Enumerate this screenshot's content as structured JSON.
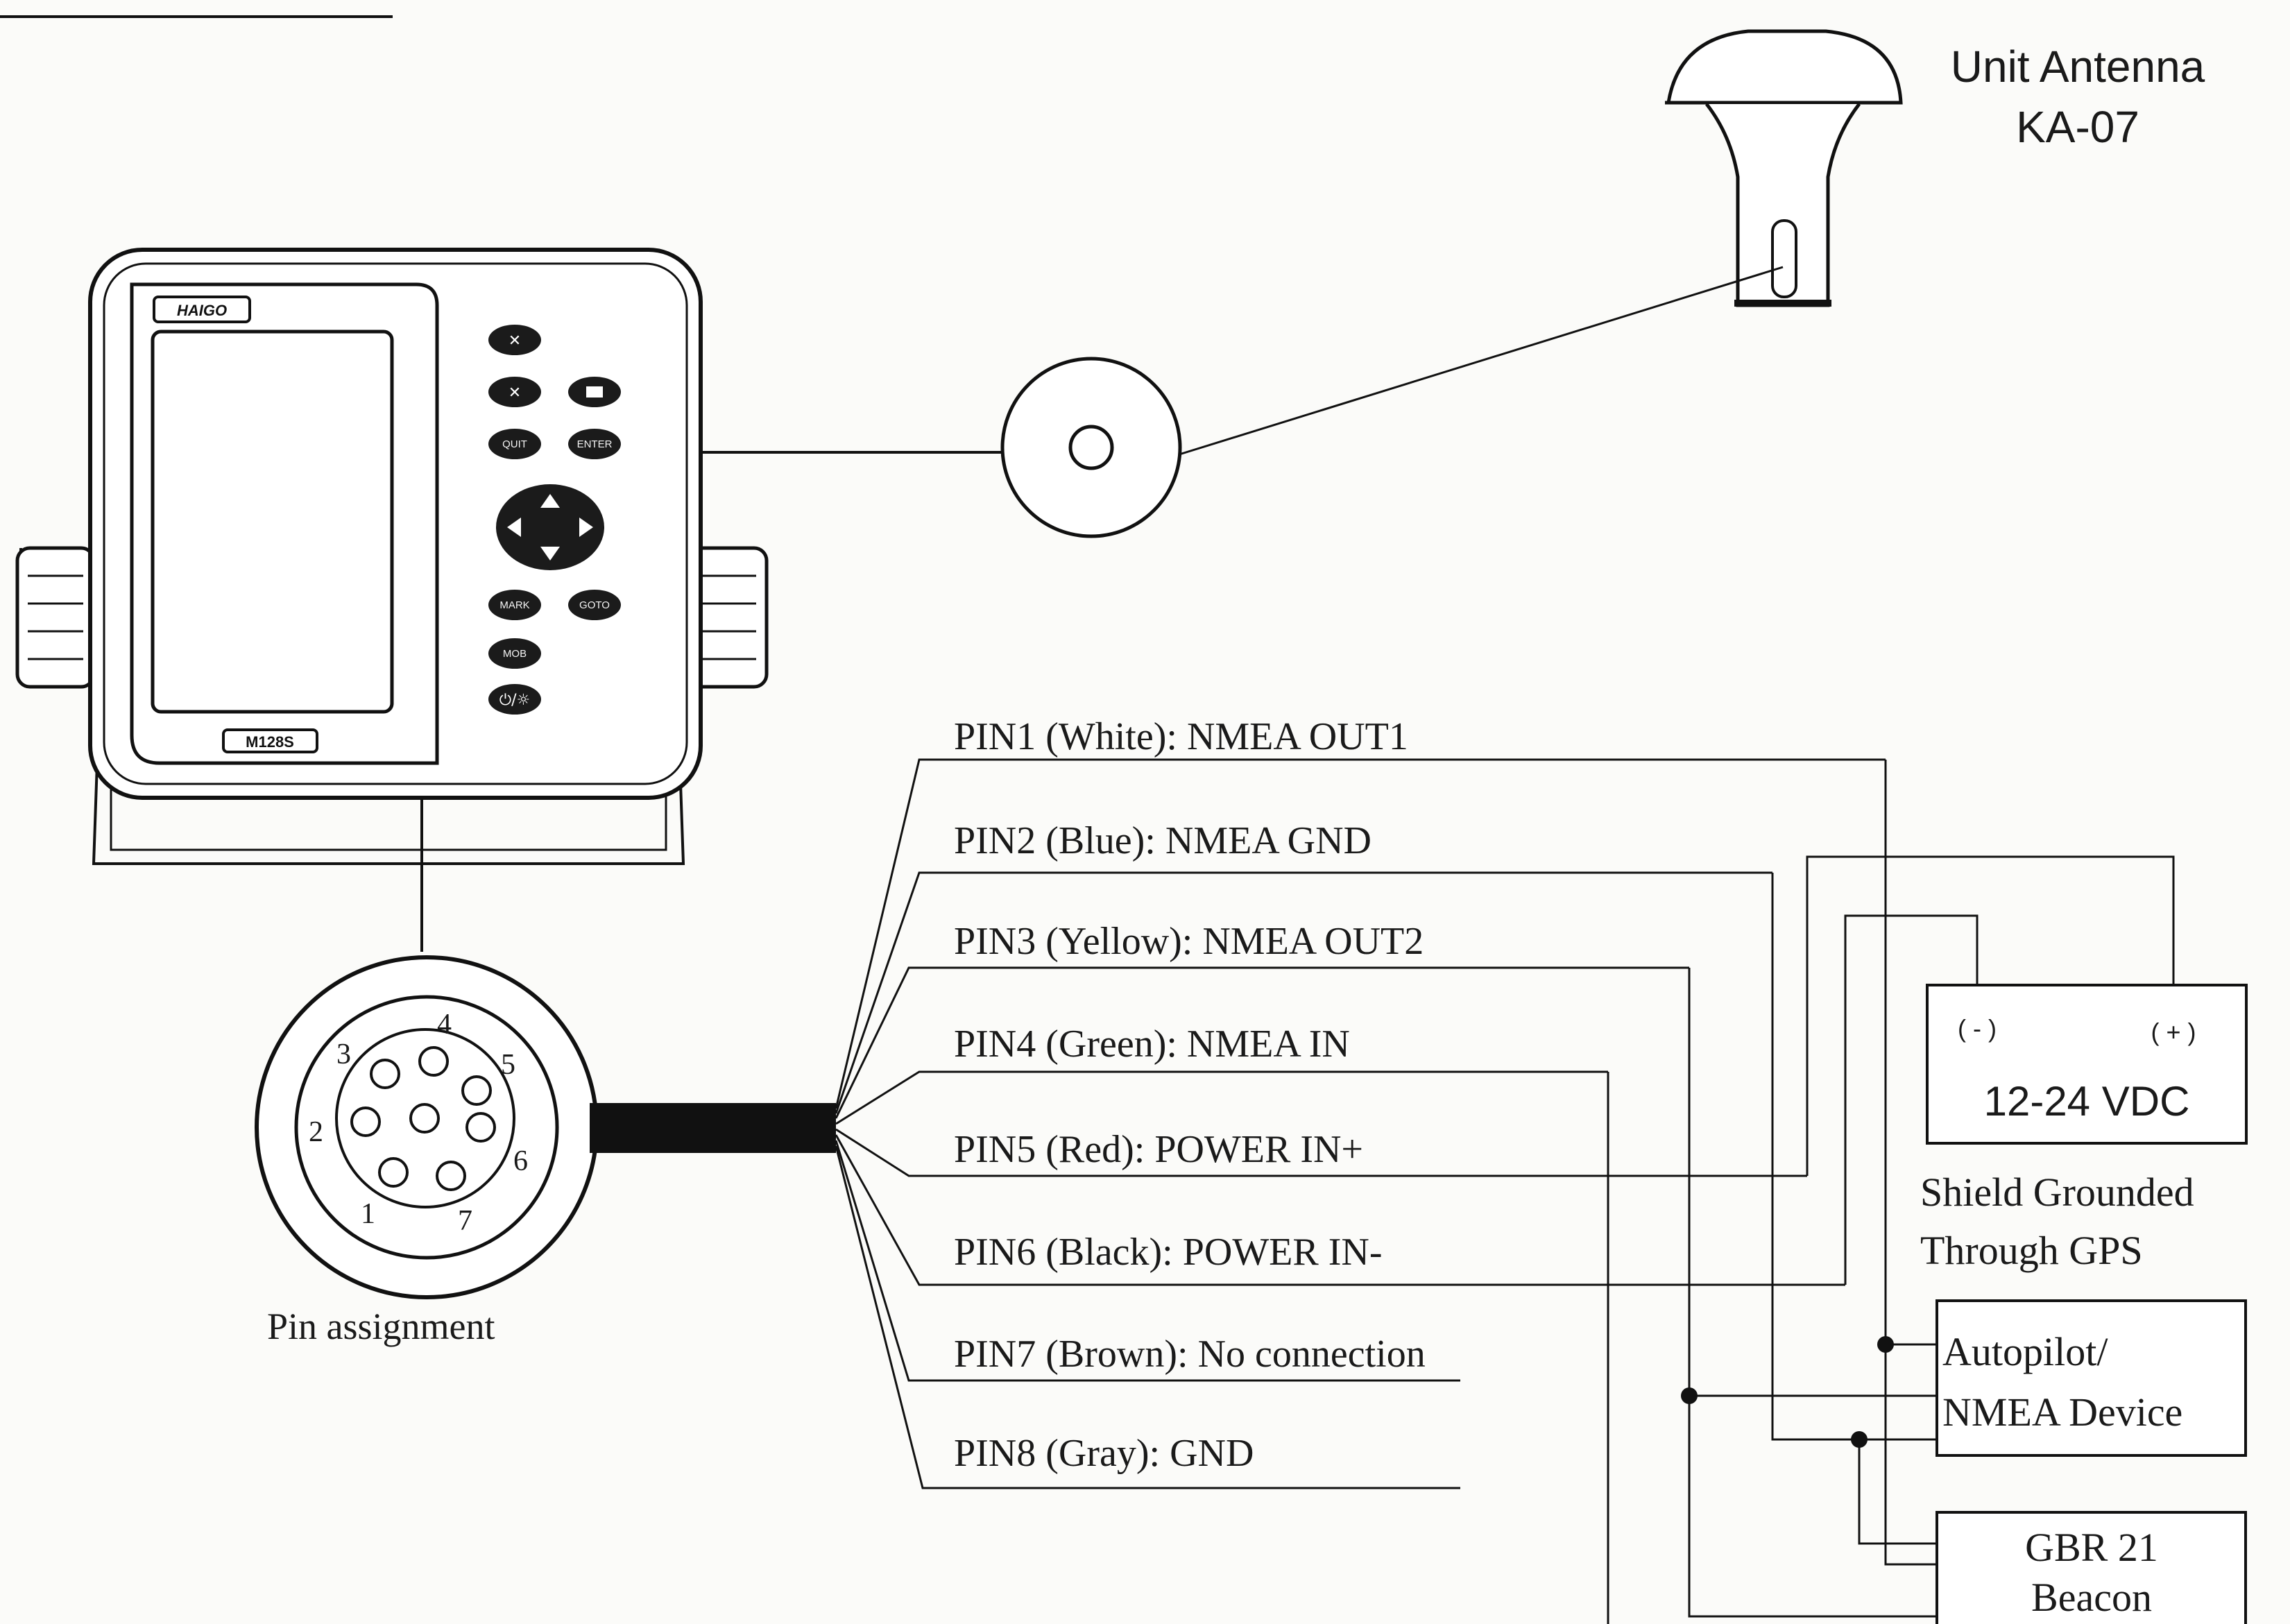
{
  "antenna": {
    "line1": "Unit Antenna",
    "line2": "KA-07"
  },
  "unit": {
    "brand": "HAIGO",
    "model": "M128S",
    "buttons": {
      "quit": "QUIT",
      "enter": "ENTER",
      "mark": "MARK",
      "goto": "GOTO",
      "mob": "MOB",
      "power": "⏻/☼"
    }
  },
  "connector": {
    "caption": "Pin assignment",
    "pin_numbers": [
      "1",
      "2",
      "3",
      "4",
      "5",
      "6",
      "7"
    ]
  },
  "pins": [
    {
      "label": "PIN1",
      "color": "White",
      "signal": "NMEA  OUT1"
    },
    {
      "label": "PIN2",
      "color": "Blue",
      "signal": "NMEA  GND"
    },
    {
      "label": "PIN3",
      "color": "Yellow",
      "signal": "NMEA  OUT2"
    },
    {
      "label": "PIN4",
      "color": "Green",
      "signal": "NMEA  IN"
    },
    {
      "label": "PIN5",
      "color": "Red",
      "signal": "POWER  IN+"
    },
    {
      "label": "PIN6",
      "color": "Black",
      "signal": "POWER  IN-"
    },
    {
      "label": "PIN7",
      "color": "Brown",
      "signal": "No connection"
    },
    {
      "label": "PIN8",
      "color": "Gray",
      "signal": "GND"
    }
  ],
  "power_supply": {
    "neg": "( - )",
    "pos": "( + )",
    "voltage": "12-24  VDC"
  },
  "shield_note": {
    "line1": "Shield Grounded",
    "line2": "Through GPS"
  },
  "autopilot": {
    "line1": "Autopilot/",
    "line2": "NMEA Device"
  },
  "beacon": {
    "line1": "GBR 21",
    "line2": "Beacon"
  }
}
